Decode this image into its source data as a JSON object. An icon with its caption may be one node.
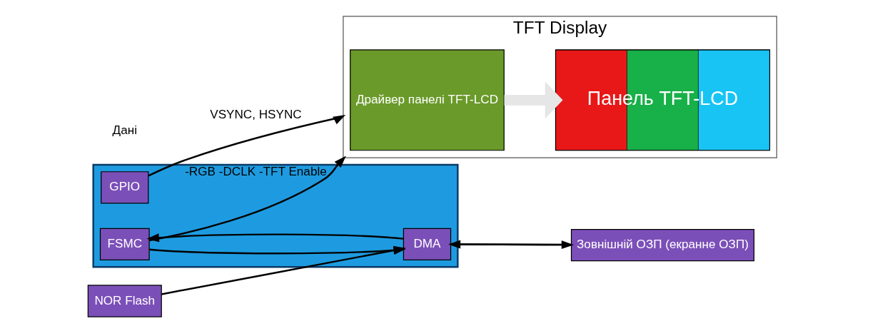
{
  "diagram": {
    "nodes": [
      {
        "text": [],
        "shape": "box"
      },
      {
        "text": [
          "GPIO"
        ],
        "in": 0
      },
      {
        "text": [
          "FSMC"
        ],
        "in": 0
      },
      {
        "text": [
          "DMA"
        ],
        "in": 0
      },
      {
        "text": [
          "NOR Flash"
        ]
      },
      {
        "text": [
          "Зовнішній ОЗП (екранне ОЗП)"
        ]
      },
      {
        "text": [
          "TFT Display"
        ]
      },
      {
        "text": [
          "Драйвер панелі TFT-LCD"
        ],
        "in": 6
      },
      {
        "text": [
          "Панель TFT-LCD"
        ],
        "in": 6
      }
    ],
    "edges": [
      {
        "from": 1,
        "to": 6,
        "arrow": "to",
        "label": "VSYNC, HSYNC"
      },
      {
        "from": 2,
        "to": 6,
        "arrow": "to",
        "label": "-RGB -DCLK -TFT Enable"
      },
      {
        "from": 3,
        "to": 2,
        "arrow": "to"
      },
      {
        "from": 2,
        "to": 3,
        "arrow": "to"
      },
      {
        "from": 4,
        "to": 3,
        "arrow": "to"
      },
      {
        "from": 5,
        "to": 3,
        "arrow": "to"
      },
      {
        "from": 3,
        "to": 5,
        "arrow": "to"
      },
      {
        "from": 7,
        "to": 8,
        "arrow": "to",
        "style": "thick",
        "color": "#e6e6e6"
      }
    ],
    "labels": [
      "Дані"
    ]
  }
}
